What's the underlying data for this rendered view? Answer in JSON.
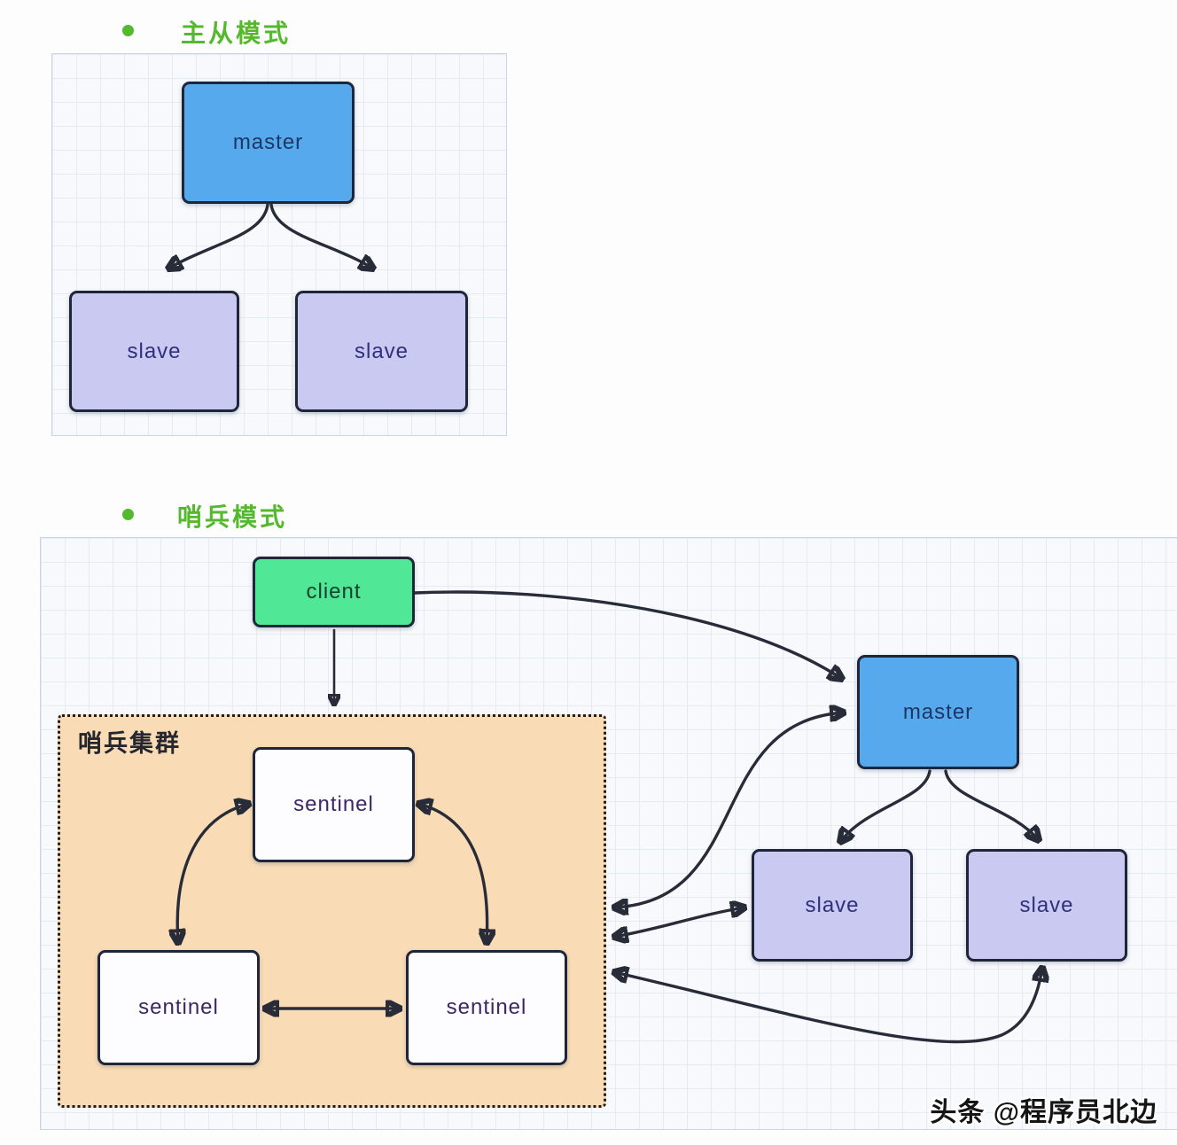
{
  "sections": {
    "master_slave": {
      "title": "主从模式"
    },
    "sentinel": {
      "title": "哨兵模式"
    }
  },
  "nodes": {
    "ms_master": {
      "label": "master"
    },
    "ms_slave_left": {
      "label": "slave"
    },
    "ms_slave_right": {
      "label": "slave"
    },
    "client": {
      "label": "client"
    },
    "sentinel_cluster": {
      "label": "哨兵集群"
    },
    "sentinel_top": {
      "label": "sentinel"
    },
    "sentinel_bottom_left": {
      "label": "sentinel"
    },
    "sentinel_bottom_right": {
      "label": "sentinel"
    },
    "s_master": {
      "label": "master"
    },
    "s_slave_left": {
      "label": "slave"
    },
    "s_slave_right": {
      "label": "slave"
    }
  },
  "watermark": {
    "text": "头条 @程序员北边"
  },
  "colors": {
    "title_green": "#55b92e",
    "master_blue": "#57a9ee",
    "slave_purple": "#c9c9f2",
    "client_green": "#50e797",
    "sentinel_white": "#fdfdff",
    "cluster_peach": "#f9dcb6",
    "arrow_dark": "#282c38"
  }
}
